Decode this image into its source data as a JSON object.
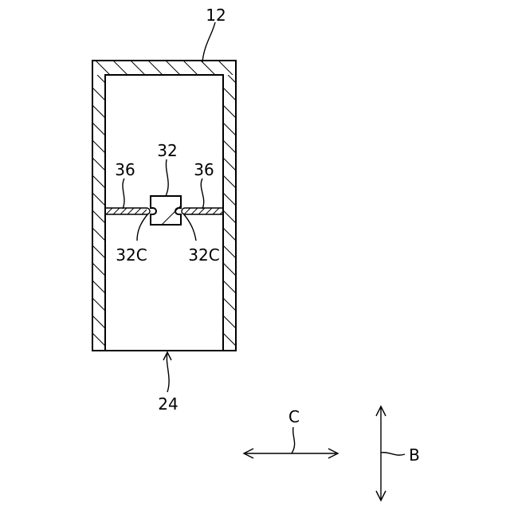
{
  "labels": {
    "housing": "12",
    "component": "32",
    "wing_left": "36",
    "wing_right": "36",
    "notch_left": "32C",
    "notch_right": "32C",
    "opening": "24",
    "dir_c": "C",
    "dir_b": "B"
  }
}
